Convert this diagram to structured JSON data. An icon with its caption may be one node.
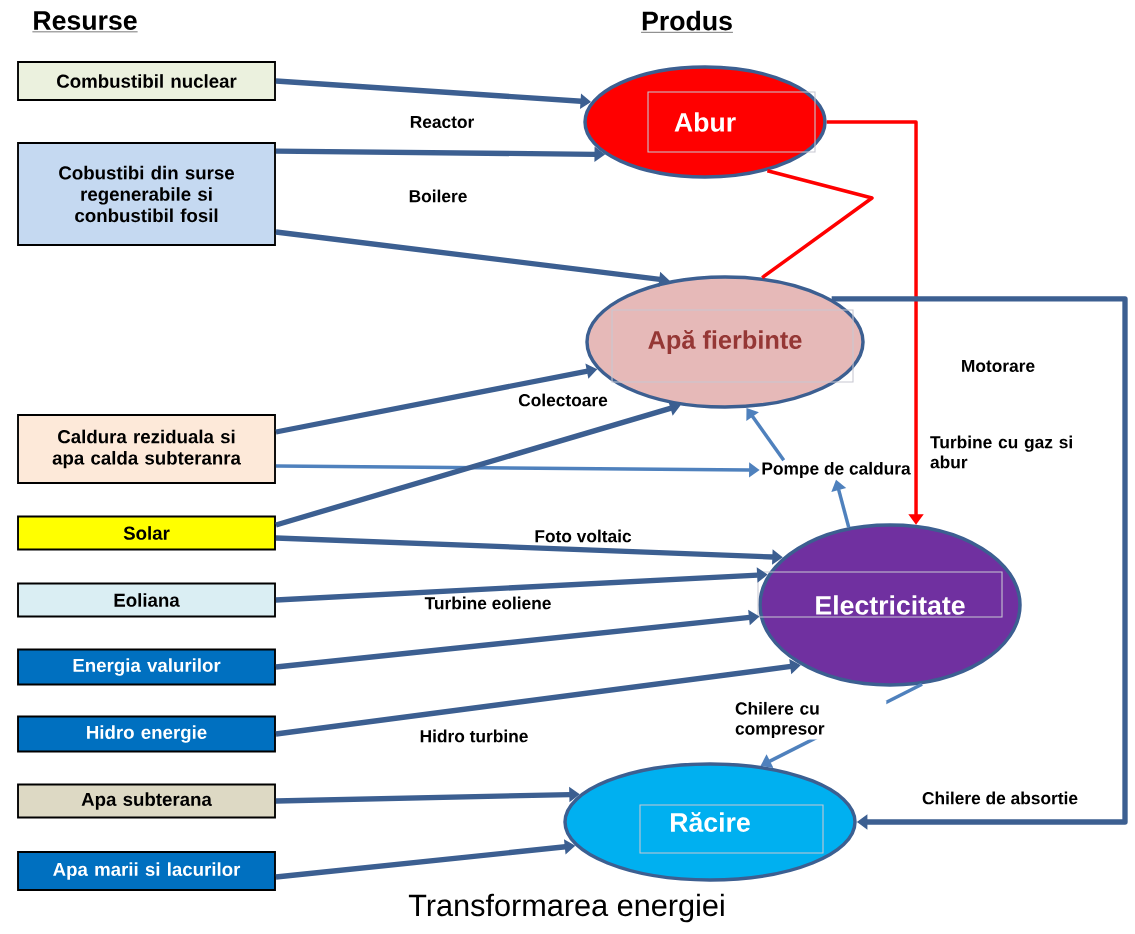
{
  "diagram": {
    "caption": "Transformarea energiei",
    "nodes": [
      {
        "text": [
          "Combustibil nuclear"
        ]
      },
      {
        "text": [
          "Cobustibi din surse regenerabile si conbustibil fosil"
        ]
      },
      {
        "text": [
          "Caldura reziduala si apa calda subteranra"
        ]
      },
      {
        "text": [
          "Solar"
        ]
      },
      {
        "text": [
          "Eoliana"
        ]
      },
      {
        "text": [
          "Energia valurilor"
        ]
      },
      {
        "text": [
          "Hidro energie"
        ]
      },
      {
        "text": [
          "Apa subterana"
        ]
      },
      {
        "text": [
          "Apa marii si lacurilor"
        ]
      },
      {
        "text": [
          "Abur"
        ]
      },
      {
        "text": [
          "Apă fierbinte"
        ]
      },
      {
        "text": [
          "Pompe de caldura"
        ]
      },
      {
        "text": [
          "Electricitate"
        ]
      },
      {
        "text": [
          "Răcire"
        ]
      }
    ],
    "edges": [
      {
        "from": 0,
        "to": 9,
        "arrow": "to",
        "label": "Reactor"
      },
      {
        "from": 1,
        "to": 9,
        "arrow": "to",
        "label": "Boilere"
      },
      {
        "from": 1,
        "to": 10,
        "arrow": "to"
      },
      {
        "from": 2,
        "to": 10,
        "arrow": "to"
      },
      {
        "from": 2,
        "to": 11,
        "arrow": "to",
        "color": "#4f81bd"
      },
      {
        "from": 3,
        "to": 10,
        "arrow": "to",
        "label": "Colectoare"
      },
      {
        "from": 3,
        "to": 12,
        "arrow": "to",
        "label": "Foto voltaic"
      },
      {
        "from": 4,
        "to": 12,
        "arrow": "to",
        "label": "Turbine eoliene"
      },
      {
        "from": 5,
        "to": 12,
        "arrow": "to"
      },
      {
        "from": 6,
        "to": 12,
        "arrow": "to",
        "label": "Hidro turbine"
      },
      {
        "from": 7,
        "to": 13,
        "arrow": "to"
      },
      {
        "from": 8,
        "to": 13,
        "arrow": "to"
      },
      {
        "from": 9,
        "to": 12,
        "arrow": "to",
        "color": "#ff0000"
      },
      {
        "from": 10,
        "to": 9,
        "arrow": "none",
        "color": "#ff0000"
      },
      {
        "from": 10,
        "to": 13,
        "arrow": "to",
        "label": "Chilere de absortie"
      },
      {
        "from": 12,
        "to": 11,
        "arrow": "to",
        "color": "#4f81bd"
      },
      {
        "from": 11,
        "to": 10,
        "arrow": "to",
        "color": "#4f81bd"
      },
      {
        "from": 12,
        "to": 13,
        "arrow": "to",
        "color": "#4f81bd",
        "label": "Chilere cu compresor"
      }
    ],
    "labels": [
      "Resurse",
      "Produs",
      "Motorare",
      "Turbine cu gaz si abur"
    ]
  }
}
